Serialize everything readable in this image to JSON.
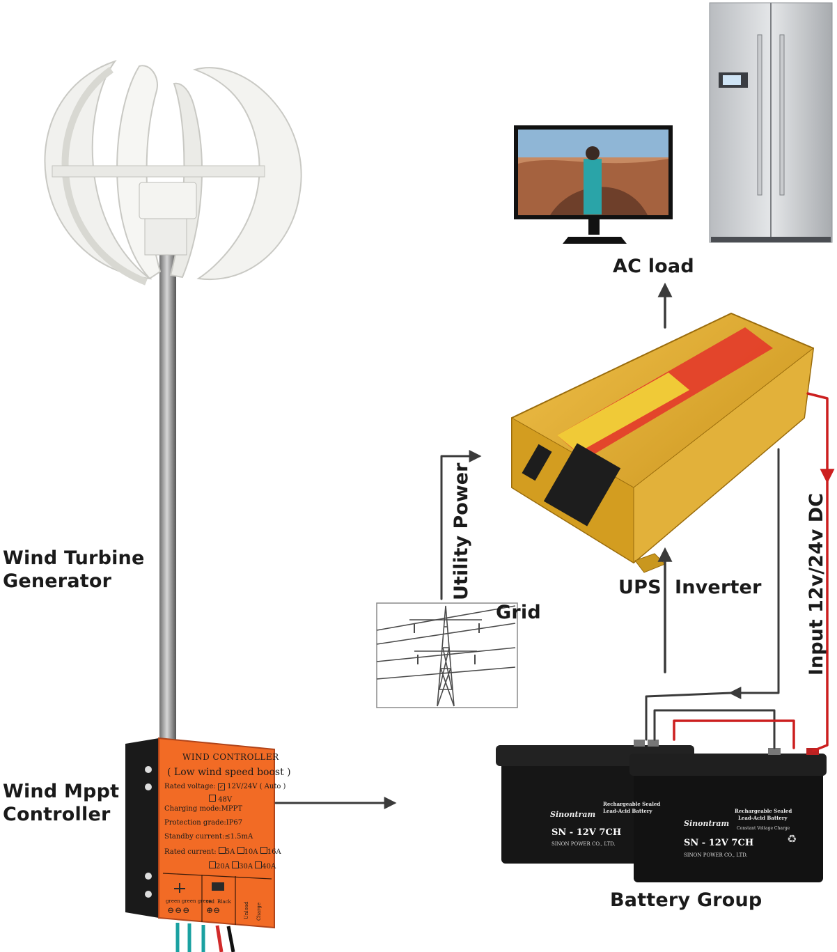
{
  "labels": {
    "wind_turbine": [
      "Wind Turbine",
      "Generator"
    ],
    "wind_mppt": [
      "Wind Mppt",
      "Controller"
    ],
    "utility_power": "Utility Power",
    "grid": "Grid",
    "ac_load": "AC load",
    "ups_inverter": "UPS  Inverter",
    "input_dc": "Input 12v/24v DC",
    "battery_group": "Battery Group"
  },
  "controller": {
    "title": "WIND CONTROLLER",
    "subtitle": "( Low wind speed boost )",
    "rated_voltage": "Rated voltage:",
    "voltage_opt1": "12V/24V ( Auto )",
    "voltage_opt2": "48V",
    "charging_mode": "Charging mode:MPPT",
    "protection": "Protection grade:IP67",
    "standby": "Standby current:≤1.5mA",
    "rated_current": "Rated current:",
    "current_row1": [
      "5A",
      "10A",
      "16A"
    ],
    "current_row2": [
      "20A",
      "30A",
      "40A"
    ],
    "terminal_green": "green green green",
    "terminal_red": "red",
    "terminal_black": "Black",
    "unload": "Unload",
    "charge": "Charge"
  },
  "batteries": {
    "brand": "Sinontram",
    "model": "SN - 12V 7CH",
    "type_line1": "Rechargeable Sealed",
    "type_line2": "Lead-Acid Battery",
    "maker": "SINON POWER CO., LTD.",
    "spec": "Constant Voltage Charge"
  },
  "colors": {
    "arrow": "#3a3a3a",
    "red_wire": "#cc1f1f",
    "controller_orange": "#f26b25",
    "inverter_gold": "#d9a526",
    "battery_black": "#161616"
  }
}
